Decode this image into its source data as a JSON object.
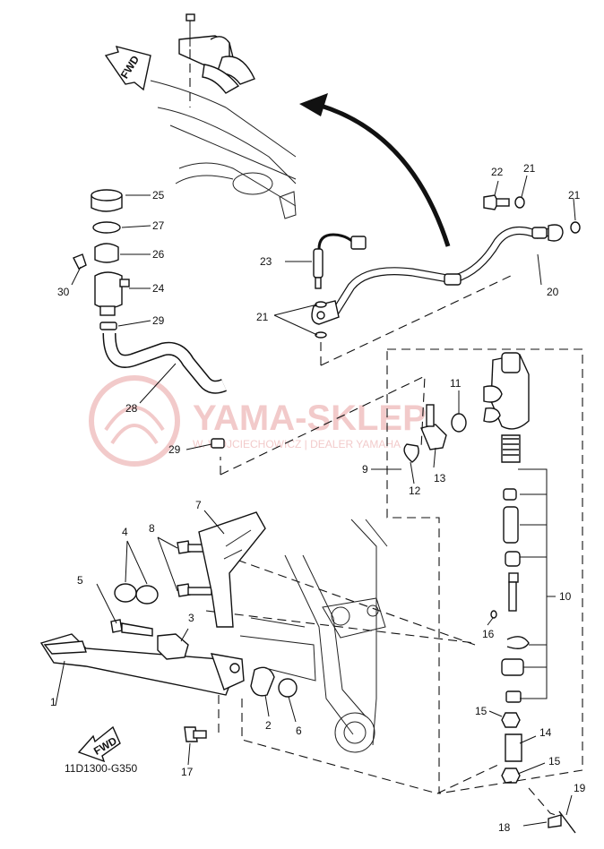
{
  "diagram_code": "11D1300-G350",
  "fwd_label": "FWD",
  "watermark": {
    "title": "YAMA-SKLEP",
    "subtitle": "W. WOJCIECHOWICZ | DEALER YAMAHA"
  },
  "callouts": {
    "p1": "1",
    "p2": "2",
    "p3": "3",
    "p4": "4",
    "p5": "5",
    "p6": "6",
    "p7": "7",
    "p8": "8",
    "p9": "9",
    "p10": "10",
    "p11": "11",
    "p12": "12",
    "p13": "13",
    "p14": "14",
    "p15a": "15",
    "p15b": "15",
    "p16": "16",
    "p17": "17",
    "p18": "18",
    "p19": "19",
    "p20": "20",
    "p21a": "21",
    "p21b": "21",
    "p21c": "21",
    "p22": "22",
    "p23": "23",
    "p24": "24",
    "p25": "25",
    "p26": "26",
    "p27": "27",
    "p28": "28",
    "p29a": "29",
    "p29b": "29",
    "p30": "30"
  },
  "colors": {
    "line": "#111111",
    "watermark": "#e8a0a0"
  }
}
